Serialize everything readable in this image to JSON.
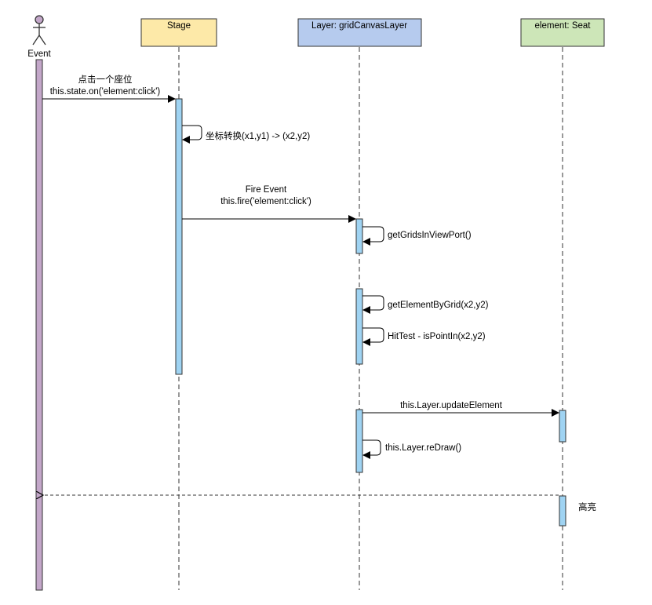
{
  "diagram": {
    "colors": {
      "actor_bar": "#c3a7c9",
      "activation": "#9fd3f2",
      "stage_fill": "#fde9a8",
      "layer_fill": "#b6cbee",
      "seat_fill": "#cde6b8",
      "stroke": "#333333"
    },
    "actor": {
      "label": "Event",
      "icon": "stick-figure-icon"
    },
    "participants": [
      {
        "label": "Stage"
      },
      {
        "label": "Layer: gridCanvasLayer"
      },
      {
        "label": "element: Seat"
      }
    ],
    "messages": [
      {
        "line1": "点击一个座位",
        "line2": "this.state.on('element:click')"
      },
      {
        "text": "坐标转换(x1,y1) -> (x2,y2)"
      },
      {
        "line1": "Fire Event",
        "line2": "this.fire('element:click')"
      },
      {
        "text": "getGridsInViewPort()"
      },
      {
        "text": "getElementByGrid(x2,y2)"
      },
      {
        "text": "HitTest - isPointIn(x2,y2)"
      },
      {
        "text": "this.Layer.updateElement"
      },
      {
        "text": "this.Layer.reDraw()"
      },
      {
        "text": "高亮"
      }
    ]
  }
}
